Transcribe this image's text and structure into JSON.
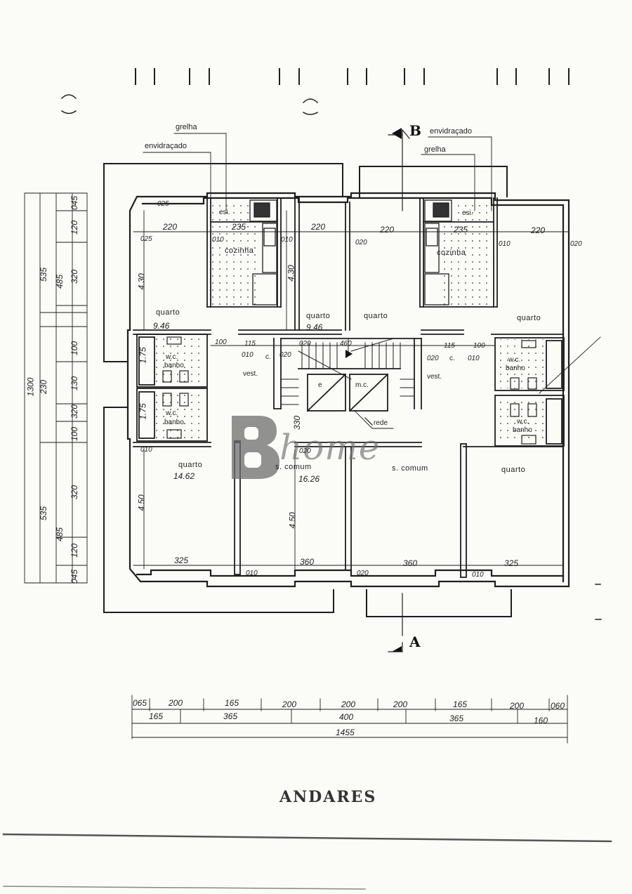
{
  "title": "ANDARES",
  "labels": {
    "grelha": "grelha",
    "envidracado": "envidraçado",
    "esti": "esi.",
    "cozinha": "cozinha",
    "quarto": "quarto",
    "wc_banho_1": "w.c.",
    "wc_banho_2": "banho",
    "vest": "vest.",
    "s_comum": "s. comum",
    "e": "e",
    "mc": "m.c.",
    "rede": "rede",
    "c": "c."
  },
  "section_marks": {
    "top": "B",
    "bottom": "A"
  },
  "areas": {
    "quarto_top_left": "9.46",
    "quarto_top_center": "9.46",
    "quarto_bottom_left": "14.62",
    "s_comum_left": "16.26"
  },
  "dims_interior": {
    "d220a": "220",
    "d235a": "235",
    "d220b": "220",
    "d220c": "220",
    "d235b": "235",
    "d220d": "220",
    "d025a": "025",
    "d025b": "025",
    "d010a": "010",
    "d010b": "010",
    "d020a": "020",
    "d010c": "010",
    "d020b": "020",
    "d430a": "4.30",
    "d430b": "4.30",
    "d100a": "100",
    "d115a": "115",
    "d020c": "020",
    "d460": "460",
    "d115b": "115",
    "d100b": "100",
    "d010d": "010",
    "d020d": "020",
    "d020e": "020",
    "d010e": "010",
    "d175a": "1.75",
    "d175b": "1.75",
    "d330": "330",
    "d010f": "010",
    "d020f": "020",
    "d450a": "4.50",
    "d450b": "4.50",
    "d325a": "325",
    "d360a": "360",
    "d360b": "360",
    "d325b": "325",
    "d010g": "010",
    "d020g": "020",
    "d010h": "010"
  },
  "dims_left": {
    "total": "1300",
    "group": [
      "535",
      "230",
      "535"
    ],
    "sub": [
      "485",
      "485"
    ],
    "detail": [
      "045",
      "120",
      "320",
      "100",
      "130",
      "320",
      "100",
      "320",
      "120",
      "045"
    ]
  },
  "dims_bottom": {
    "row1": [
      "065",
      "200",
      "165",
      "200",
      "200",
      "200",
      "165",
      "200",
      "060"
    ],
    "row2": [
      "165",
      "365",
      "400",
      "365",
      "160"
    ],
    "total": "1455"
  },
  "logo": {
    "letter": "B",
    "word": "home"
  }
}
